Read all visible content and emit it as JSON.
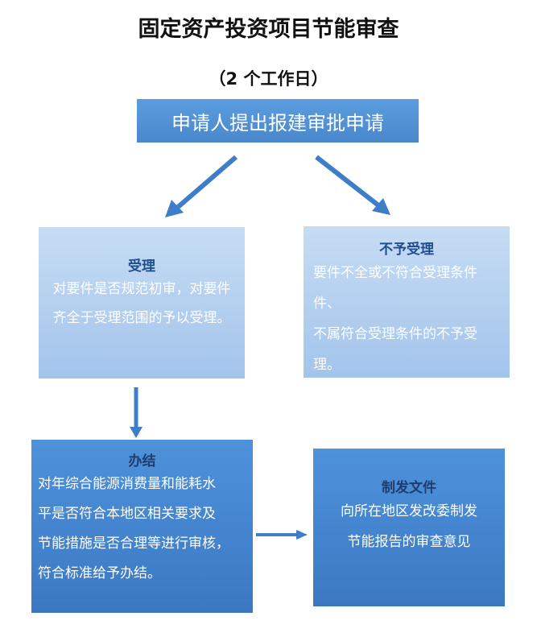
{
  "title": "固定资产投资项目节能审查",
  "subtitle": "（2 个工作日）",
  "apply": {
    "label": "申请人提出报建审批申请"
  },
  "accept": {
    "heading": "受理",
    "lines": [
      "对要件是否规范初审，对要件",
      "齐全于受理范围的予以受理。"
    ]
  },
  "reject": {
    "heading": "不予受理",
    "lines": [
      "要件不全或不符合受理条件件、",
      "不属符合受理条件的不予受",
      "理。"
    ]
  },
  "process": {
    "heading": "办结",
    "lines": [
      "对年综合能源消费量和能耗水",
      "平是否符合本地区相关要求及",
      "节能措施是否合理等进行审核，",
      "符合标准给予办结。"
    ]
  },
  "issue": {
    "heading": "制发文件",
    "lines": [
      "向所在地区发改委制发",
      "节能报告的审查意见"
    ]
  },
  "colors": {
    "apply_box": "#4a8fd8",
    "light_box": "#b5d0ef",
    "dark_box": "#4585d1",
    "arrow": "#3e7ec9"
  }
}
